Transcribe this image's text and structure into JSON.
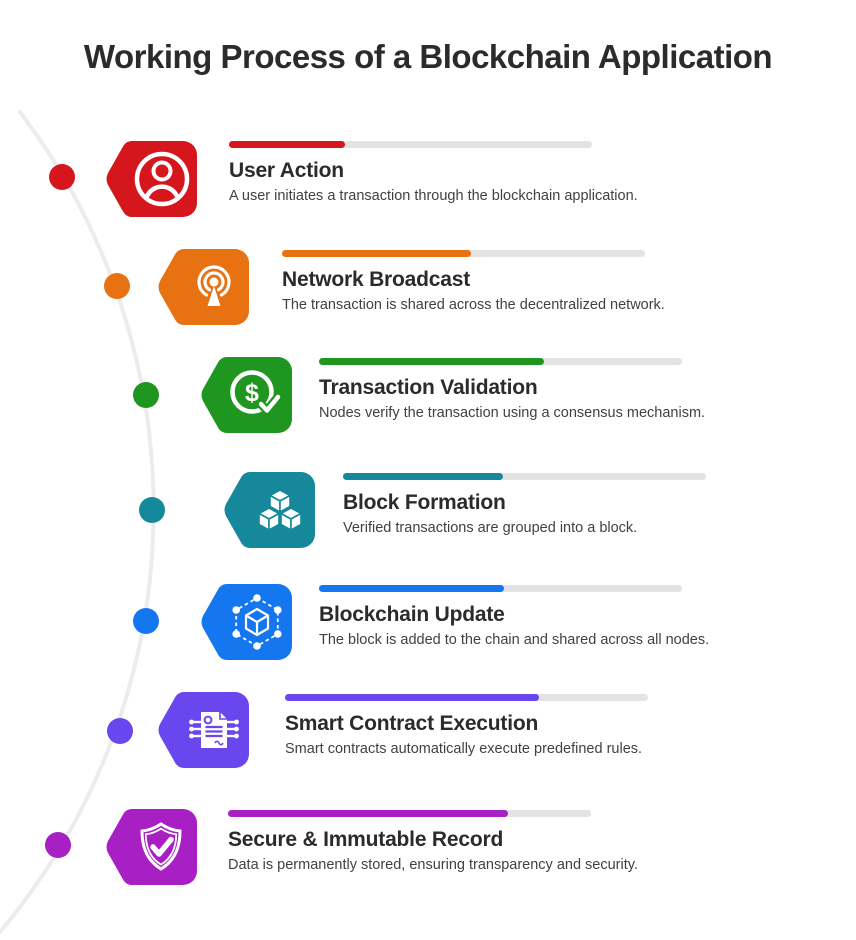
{
  "title": "Working Process of a Blockchain Application",
  "colors": {
    "title": "#2b2b2b",
    "description_text": "#414141",
    "progress_track": "#e3e3e3",
    "timeline_arc": "#ececec"
  },
  "steps": [
    {
      "title": "User Action",
      "description": "A user initiates a transaction through the blockchain application.",
      "color": "#d6161d",
      "progress_pct": 32,
      "icon": "user-circle-icon"
    },
    {
      "title": "Network Broadcast",
      "description": "The transaction is shared across the decentralized network.",
      "color": "#e87112",
      "progress_pct": 52,
      "icon": "broadcast-antenna-icon"
    },
    {
      "title": "Transaction Validation",
      "description": "Nodes verify the transaction using a consensus mechanism.",
      "color": "#1f961f",
      "progress_pct": 62,
      "icon": "dollar-check-icon"
    },
    {
      "title": "Block Formation",
      "description": "Verified transactions are grouped into a block.",
      "color": "#15899b",
      "progress_pct": 44,
      "icon": "cubes-icon"
    },
    {
      "title": "Blockchain Update",
      "description": "The block is added to the chain and shared across all nodes.",
      "color": "#1577f0",
      "progress_pct": 51,
      "icon": "network-cube-icon"
    },
    {
      "title": "Smart Contract Execution",
      "description": "Smart contracts automatically execute predefined rules.",
      "color": "#6a46ee",
      "progress_pct": 70,
      "icon": "contract-document-icon"
    },
    {
      "title": "Secure & Immutable Record",
      "description": "Data is permanently stored, ensuring transparency and security.",
      "color": "#a81fc4",
      "progress_pct": 77,
      "icon": "shield-check-icon"
    }
  ]
}
